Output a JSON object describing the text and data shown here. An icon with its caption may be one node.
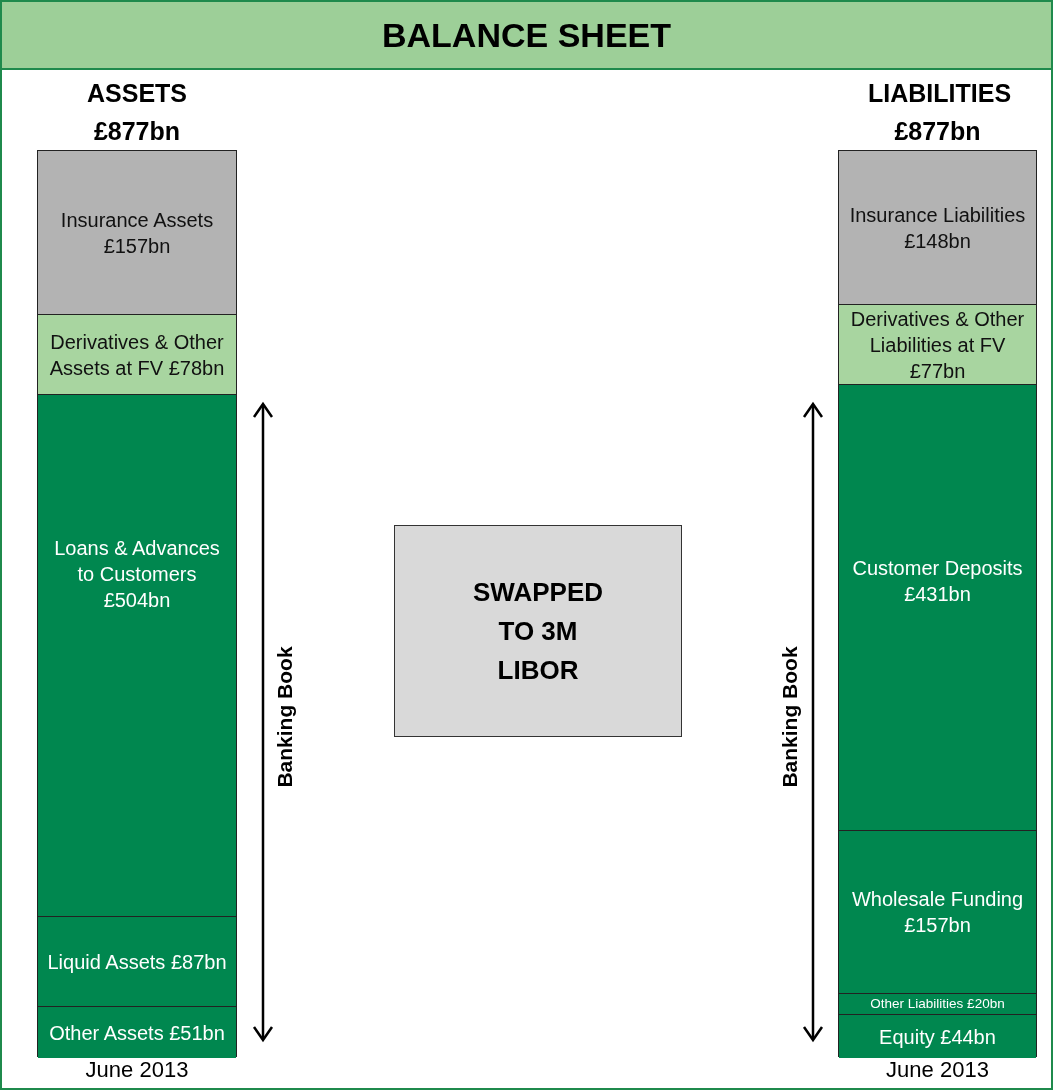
{
  "diagram": {
    "title": "BALANCE SHEET",
    "nodes": [
      {
        "text": [
          "ASSETS £877bn"
        ],
        "beside": [
          "June 2013"
        ]
      },
      {
        "text": [
          "Insurance Assets £157bn"
        ],
        "in": 0
      },
      {
        "text": [
          "Derivatives & Other Assets at FV £78bn"
        ],
        "in": 0
      },
      {
        "text": [
          "Loans & Advances to Customers £504bn"
        ],
        "in": 0
      },
      {
        "text": [
          "Liquid Assets £87bn"
        ],
        "in": 0
      },
      {
        "text": [
          "Other Assets £51bn"
        ],
        "in": 0
      },
      {
        "text": [
          "SWAPPED TO 3M LIBOR"
        ]
      },
      {
        "text": [
          "LIABILITIES £877bn"
        ],
        "beside": [
          "June 2013"
        ]
      },
      {
        "text": [
          "Insurance Liabilities £148bn"
        ],
        "in": 7
      },
      {
        "text": [
          "Derivatives & Other Liabilities at FV £77bn"
        ],
        "in": 7
      },
      {
        "text": [
          "Customer Deposits £431bn"
        ],
        "in": 7
      },
      {
        "text": [
          "Wholesale Funding £157bn"
        ],
        "in": 7
      },
      {
        "text": [
          "Other Liabilities £20bn"
        ],
        "in": 7
      },
      {
        "text": [
          "Equity £44bn"
        ],
        "in": 7
      }
    ],
    "labels": [
      "Banking Book",
      "Banking Book"
    ]
  }
}
